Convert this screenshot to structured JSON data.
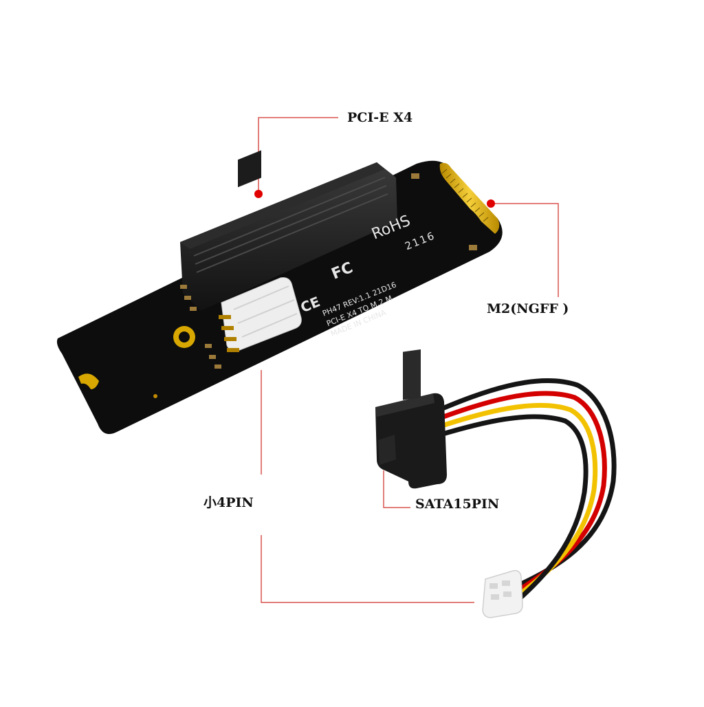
{
  "labels": {
    "pcie": "PCI-E X4",
    "m2": "M2(NGFF )",
    "small4pin": "小4PIN",
    "sata": "SATA15PIN"
  },
  "board_print": {
    "rohs": "RoHS",
    "fc": "FC",
    "ce": "CE",
    "date": "2116",
    "line1": "PH47  REV:1.1  21D16",
    "line2": "PCI-E X4 TO M.2 M",
    "line3": "MADE IN CHINA"
  },
  "colors": {
    "callout_line": "#d9534f",
    "callout_dot": "#e00000",
    "pcb": "#0d0d0d",
    "gold": "#d8a800",
    "wire_red": "#d40000",
    "wire_yellow": "#f2c200",
    "wire_black": "#151515"
  }
}
